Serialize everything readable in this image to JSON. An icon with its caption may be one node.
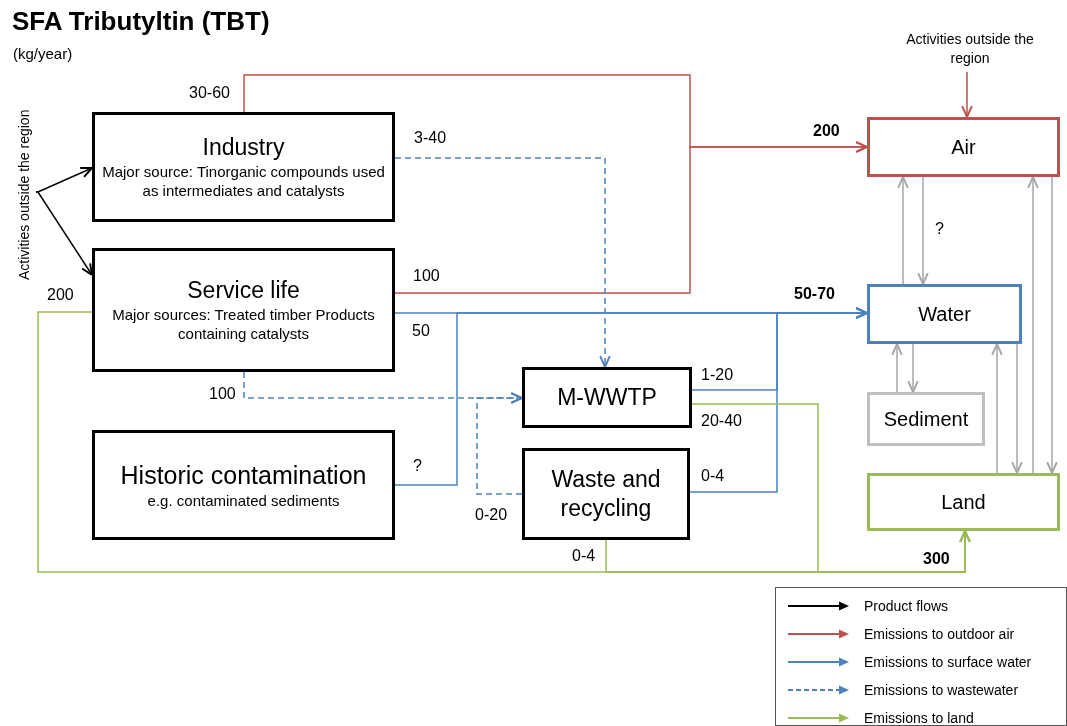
{
  "diagram": {
    "title": "SFA Tributyltin (TBT)",
    "nodes": [
      {
        "text": [
          "Activities outside the region"
        ]
      },
      {
        "text": [
          "Industry",
          "Major source: Tinorganic compounds used as intermediates and catalysts"
        ]
      },
      {
        "text": [
          "Service life",
          "Major sources: Treated timber Products containing catalysts"
        ]
      },
      {
        "text": [
          "Historic contamination",
          "e.g. contaminated sediments"
        ]
      },
      {
        "text": [
          "M-WWTP"
        ]
      },
      {
        "text": [
          "Waste and recycling"
        ]
      },
      {
        "text": [
          "Activities outside the region"
        ]
      },
      {
        "text": [
          "Air"
        ]
      },
      {
        "text": [
          "Water"
        ]
      },
      {
        "text": [
          "Sediment"
        ]
      },
      {
        "text": [
          "Land"
        ]
      }
    ],
    "edges": [
      {
        "from": 0,
        "to": 1,
        "arrow": "to",
        "color": "#000000"
      },
      {
        "from": 0,
        "to": 2,
        "arrow": "to",
        "color": "#000000"
      },
      {
        "from": 1,
        "to": 7,
        "arrow": "to",
        "label": "30-60",
        "color": "#c0504d"
      },
      {
        "from": 2,
        "to": 7,
        "arrow": "to",
        "label": "100",
        "color": "#c0504d"
      },
      {
        "from": 6,
        "to": 7,
        "arrow": "to",
        "color": "#c0504d"
      },
      {
        "from": 1,
        "to": 4,
        "arrow": "to",
        "label": "3-40",
        "style": "dashed",
        "color": "#4f81bd"
      },
      {
        "from": 2,
        "to": 4,
        "arrow": "to",
        "label": "100",
        "style": "dashed",
        "color": "#4f81bd"
      },
      {
        "from": 2,
        "to": 8,
        "arrow": "to",
        "label": "50",
        "color": "#4f81bd"
      },
      {
        "from": 3,
        "to": 8,
        "arrow": "to",
        "label": "?",
        "color": "#4f81bd"
      },
      {
        "from": 4,
        "to": 8,
        "arrow": "to",
        "label": "1-20",
        "color": "#4f81bd"
      },
      {
        "from": 5,
        "to": 8,
        "arrow": "to",
        "label": "0-4",
        "color": "#4f81bd"
      },
      {
        "from": 5,
        "to": 4,
        "arrow": "to",
        "label": "0-20",
        "style": "dashed",
        "color": "#4f81bd"
      },
      {
        "from": 4,
        "to": 10,
        "arrow": "to",
        "label": "20-40",
        "color": "#9bbb59"
      },
      {
        "from": 5,
        "to": 10,
        "arrow": "to",
        "label": "0-4",
        "color": "#9bbb59"
      },
      {
        "from": 2,
        "to": 10,
        "arrow": "to",
        "label": "200",
        "color": "#9bbb59"
      },
      {
        "from": 8,
        "to": 7,
        "arrow": "to"
      },
      {
        "from": 7,
        "to": 8,
        "arrow": "to",
        "label": "?"
      },
      {
        "from": 9,
        "to": 8,
        "arrow": "to"
      },
      {
        "from": 8,
        "to": 9,
        "arrow": "to"
      },
      {
        "from": 10,
        "to": 8,
        "arrow": "to"
      },
      {
        "from": 8,
        "to": 10,
        "arrow": "to"
      },
      {
        "from": 10,
        "to": 7,
        "arrow": "to"
      },
      {
        "from": 7,
        "to": 10,
        "arrow": "to"
      }
    ],
    "labels": [
      "(kg/year)",
      "200",
      "50-70",
      "300"
    ],
    "legend": [
      {
        "text": "Product flows"
      },
      {
        "text": "Emissions to outdoor air"
      },
      {
        "text": "Emissions to surface water"
      },
      {
        "text": "Emissions to wastewater"
      },
      {
        "text": "Emissions to land"
      }
    ]
  }
}
